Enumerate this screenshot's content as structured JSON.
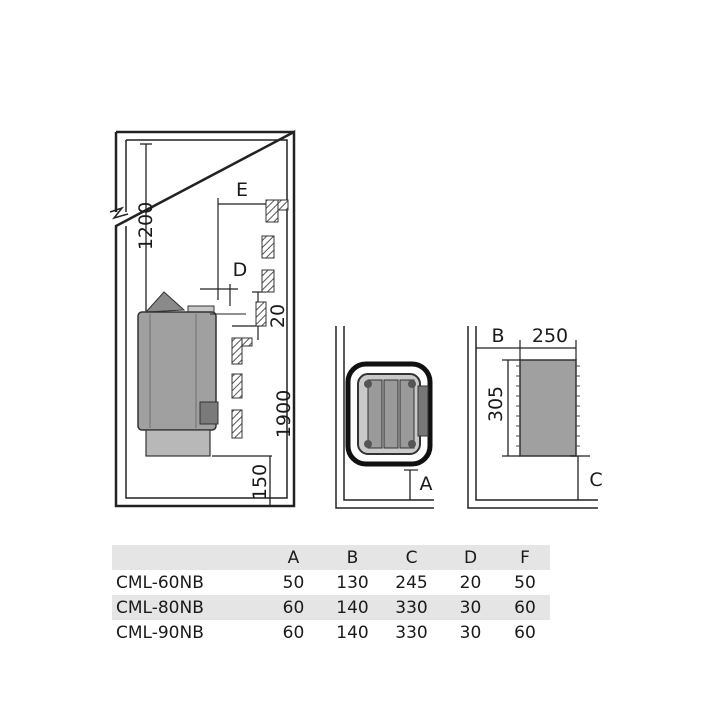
{
  "diagram": {
    "side_view": {
      "height_above": "1200",
      "height_total": "1900",
      "floor_clearance": "150",
      "rail_spacing": "20",
      "label_e": "E",
      "label_d": "D"
    },
    "top_view": {
      "label_a": "A"
    },
    "front_view": {
      "label_b": "B",
      "width": "250",
      "height": "305",
      "label_c": "C"
    }
  },
  "table": {
    "columns": [
      "A",
      "B",
      "C",
      "D",
      "F"
    ],
    "rows": [
      {
        "model": "CML-60NB",
        "values": [
          "50",
          "130",
          "245",
          "20",
          "50"
        ]
      },
      {
        "model": "CML-80NB",
        "values": [
          "60",
          "140",
          "330",
          "30",
          "60"
        ]
      },
      {
        "model": "CML-90NB",
        "values": [
          "60",
          "140",
          "330",
          "30",
          "60"
        ]
      }
    ]
  },
  "colors": {
    "heater_body": "#a0a0a0",
    "heater_dark": "#6e6e6e",
    "table_shade": "#e5e5e5",
    "line": "#222222"
  }
}
